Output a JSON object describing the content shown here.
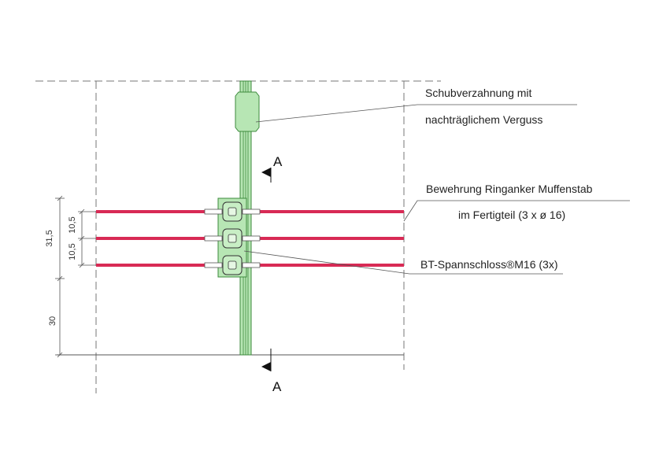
{
  "colors": {
    "rebar": "#d82a55",
    "panel_fill": "#b7e6b4",
    "panel_stroke": "#3c8a3c",
    "line": "#555555"
  },
  "labels": {
    "shear_key_line1": "Schubverzahnung mit",
    "shear_key_line2": "nachträglichem Verguss",
    "rebar_line1": "Bewehrung Ringanker Muffenstab",
    "rebar_line2": "im Fertigteil (3 x ø  16)",
    "turnbuckle_main": "BT-Spannschloss®M16",
    "turnbuckle_count": " (3x)"
  },
  "section": {
    "top": "A",
    "bottom": "A"
  },
  "dimensions": {
    "total": "31,5",
    "spacing_1": "10,5",
    "spacing_2": "10,5",
    "bottom": "30"
  }
}
